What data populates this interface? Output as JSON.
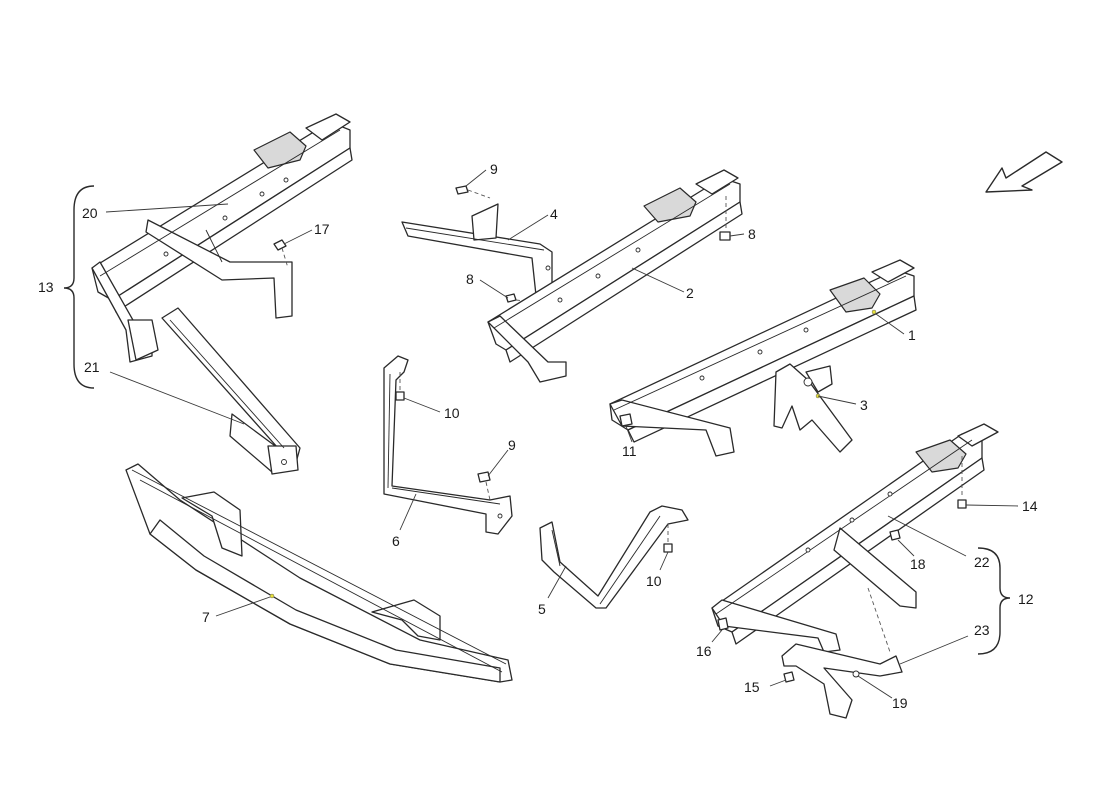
{
  "callouts": {
    "c1": "1",
    "c2": "2",
    "c3": "3",
    "c4": "4",
    "c5": "5",
    "c6": "6",
    "c7": "7",
    "c8a": "8",
    "c8b": "8",
    "c9a": "9",
    "c9b": "9",
    "c10a": "10",
    "c10b": "10",
    "c11": "11",
    "c12": "12",
    "c13": "13",
    "c14": "14",
    "c15": "15",
    "c16": "16",
    "c17": "17",
    "c18": "18",
    "c19": "19",
    "c20": "20",
    "c21": "21",
    "c22": "22",
    "c23": "23"
  },
  "icons": {
    "direction_arrow": "direction-arrow-icon"
  }
}
